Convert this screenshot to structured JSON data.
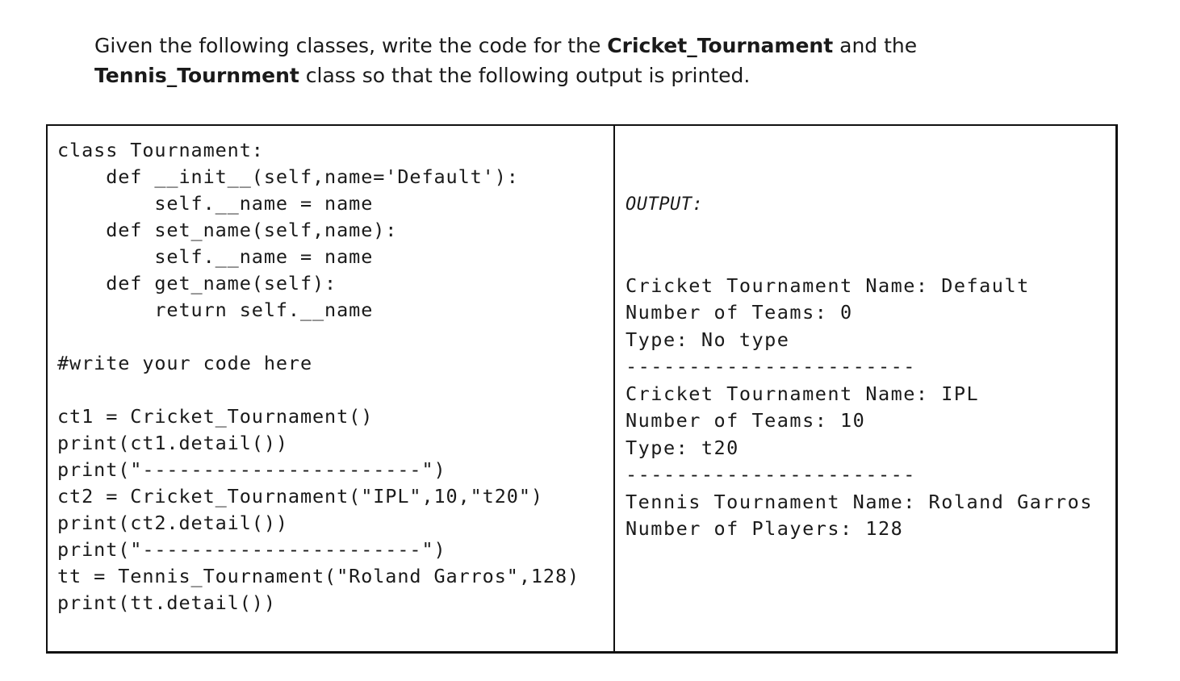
{
  "question": {
    "part1": "Given the following classes, write the code for the ",
    "bold1": "Cricket_Tournament",
    "part2": " and the",
    "bold2": "Tennis_Tournment",
    "part3": " class so that the following output is printed."
  },
  "code_lines": [
    "class Tournament:",
    "    def __init__(self,name='Default'):",
    "        self.__name = name",
    "    def set_name(self,name):",
    "        self.__name = name",
    "    def get_name(self):",
    "        return self.__name",
    "",
    "#write your code here",
    "",
    "ct1 = Cricket_Tournament()",
    "print(ct1.detail())",
    "print(\"-----------------------\")",
    "ct2 = Cricket_Tournament(\"IPL\",10,\"t20\")",
    "print(ct2.detail())",
    "print(\"-----------------------\")",
    "tt = Tennis_Tournament(\"Roland Garros\",128)",
    "print(tt.detail())"
  ],
  "output_header": "OUTPUT:",
  "output_lines": [
    "Cricket Tournament Name: Default",
    "Number of Teams: 0",
    "Type: No type",
    "-----------------------",
    "Cricket Tournament Name: IPL",
    "Number of Teams: 10",
    "Type: t20",
    "-----------------------",
    "Tennis Tournament Name: Roland Garros",
    "Number of Players: 128"
  ]
}
